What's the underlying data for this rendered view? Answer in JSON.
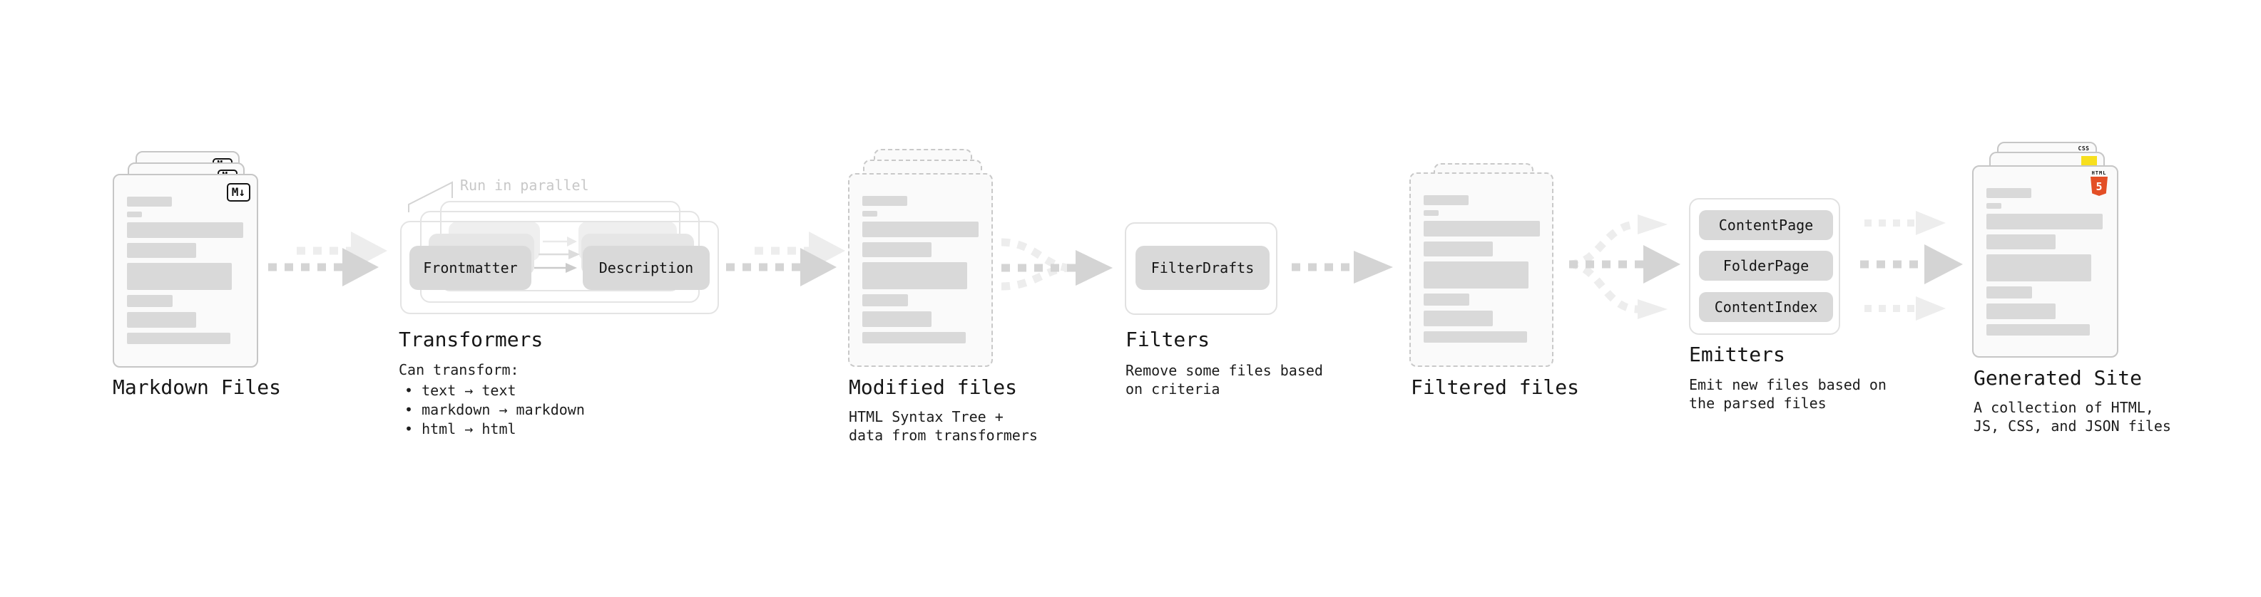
{
  "diagram": {
    "markdown": {
      "title": "Markdown Files",
      "badge": "M↓"
    },
    "transformers": {
      "title": "Transformers",
      "parallel_note": "Run in parallel",
      "nodes": [
        "Frontmatter",
        "Description"
      ],
      "subtitle": "Can transform:",
      "bullets": [
        "• text → text",
        "• markdown → markdown",
        "• html → html"
      ]
    },
    "modified": {
      "title": "Modified files",
      "desc": "HTML Syntax Tree +\ndata from transformers"
    },
    "filters": {
      "title": "Filters",
      "node": "FilterDrafts",
      "desc": "Remove some files based\non criteria"
    },
    "filtered": {
      "title": "Filtered files"
    },
    "emitters": {
      "title": "Emitters",
      "nodes": [
        "ContentPage",
        "FolderPage",
        "ContentIndex"
      ],
      "desc": "Emit new files based on\nthe parsed files"
    },
    "generated": {
      "title": "Generated Site",
      "desc": "A collection of HTML,\nJS, CSS, and JSON files",
      "badges": {
        "css": "CSS",
        "html": "HTML",
        "html_number": "5"
      }
    }
  },
  "colors": {
    "html5_orange": "#e34f26",
    "js_yellow": "#f7df1e",
    "css_blue": "#2965f1",
    "node_gray": "#d9d9d9",
    "muted_note": "#c8c8c8"
  }
}
